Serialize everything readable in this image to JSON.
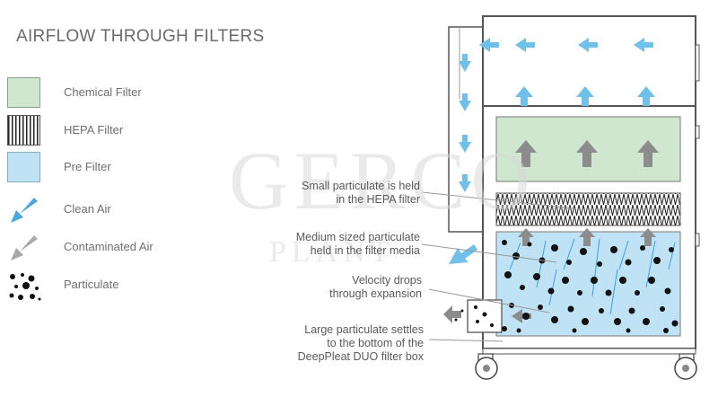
{
  "title": "AIRFLOW THROUGH FILTERS",
  "legend": [
    {
      "label": "Chemical Filter",
      "icon": "chemical-filter-swatch",
      "color": "#cfe7cf"
    },
    {
      "label": "HEPA Filter",
      "icon": "hepa-filter-swatch"
    },
    {
      "label": "Pre Filter",
      "icon": "pre-filter-swatch",
      "color": "#bfe3f5"
    },
    {
      "label": "Clean Air",
      "icon": "clean-air-arrow-icon",
      "color": "#4aa8dc"
    },
    {
      "label": "Contaminated Air",
      "icon": "contaminated-air-arrow-icon",
      "color": "#a8a8a8"
    },
    {
      "label": "Particulate",
      "icon": "particulate-icon"
    }
  ],
  "annotations": [
    {
      "lines": [
        "Small particulate is held",
        "in the HEPA filter"
      ]
    },
    {
      "lines": [
        "Medium sized particulate",
        "held in the filter media"
      ]
    },
    {
      "lines": [
        "Velocity drops",
        "through expansion"
      ]
    },
    {
      "lines": [
        "Large particulate settles",
        "to the bottom of the",
        "DeepPleat DUO filter box"
      ]
    }
  ],
  "watermark": {
    "logo": "GERCO",
    "sub": "PLANT"
  },
  "colors": {
    "chemical": "#cfe7cf",
    "pre": "#bfe3f5",
    "clean_air": "#4aa8dc",
    "contaminated_air": "#9a9a9a",
    "outline": "#5a5a5a"
  }
}
